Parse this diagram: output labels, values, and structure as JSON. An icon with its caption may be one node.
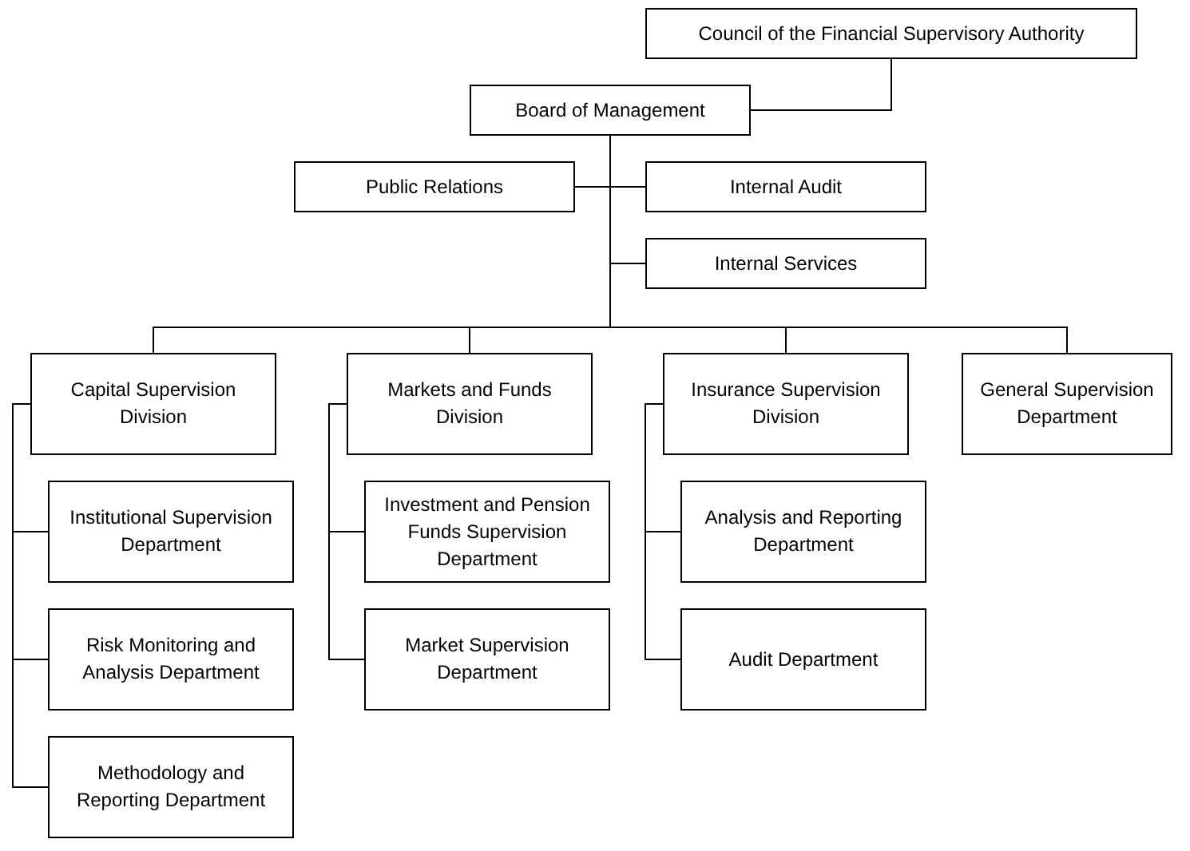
{
  "diagram": {
    "nodes": [
      {
        "text": [
          "Council of the Financial Supervisory Authority"
        ]
      },
      {
        "text": [
          "Board of Management"
        ]
      },
      {
        "text": [
          "Public Relations"
        ]
      },
      {
        "text": [
          "Internal Audit"
        ]
      },
      {
        "text": [
          "Internal Services"
        ]
      },
      {
        "text": [
          "Capital Supervision Division"
        ]
      },
      {
        "text": [
          "Markets and Funds Division"
        ]
      },
      {
        "text": [
          "Insurance Supervision Division"
        ]
      },
      {
        "text": [
          "General Supervision Department"
        ]
      },
      {
        "text": [
          "Institutional Supervision Department"
        ]
      },
      {
        "text": [
          "Risk Monitoring and Analysis Department"
        ]
      },
      {
        "text": [
          "Methodology and Reporting Department"
        ]
      },
      {
        "text": [
          "Investment and Pension Funds Supervision Department"
        ]
      },
      {
        "text": [
          "Market Supervision Department"
        ]
      },
      {
        "text": [
          "Analysis and Reporting Department"
        ]
      },
      {
        "text": [
          "Audit Department"
        ]
      }
    ],
    "edges": [
      {
        "from": 0,
        "to": 1,
        "arrow": "none"
      },
      {
        "from": 1,
        "to": 2,
        "arrow": "none"
      },
      {
        "from": 1,
        "to": 3,
        "arrow": "none"
      },
      {
        "from": 1,
        "to": 4,
        "arrow": "none"
      },
      {
        "from": 1,
        "to": 5,
        "arrow": "none"
      },
      {
        "from": 1,
        "to": 6,
        "arrow": "none"
      },
      {
        "from": 1,
        "to": 7,
        "arrow": "none"
      },
      {
        "from": 1,
        "to": 8,
        "arrow": "none"
      },
      {
        "from": 5,
        "to": 9,
        "arrow": "none"
      },
      {
        "from": 5,
        "to": 10,
        "arrow": "none"
      },
      {
        "from": 5,
        "to": 11,
        "arrow": "none"
      },
      {
        "from": 6,
        "to": 12,
        "arrow": "none"
      },
      {
        "from": 6,
        "to": 13,
        "arrow": "none"
      },
      {
        "from": 7,
        "to": 14,
        "arrow": "none"
      },
      {
        "from": 7,
        "to": 15,
        "arrow": "none"
      }
    ]
  }
}
